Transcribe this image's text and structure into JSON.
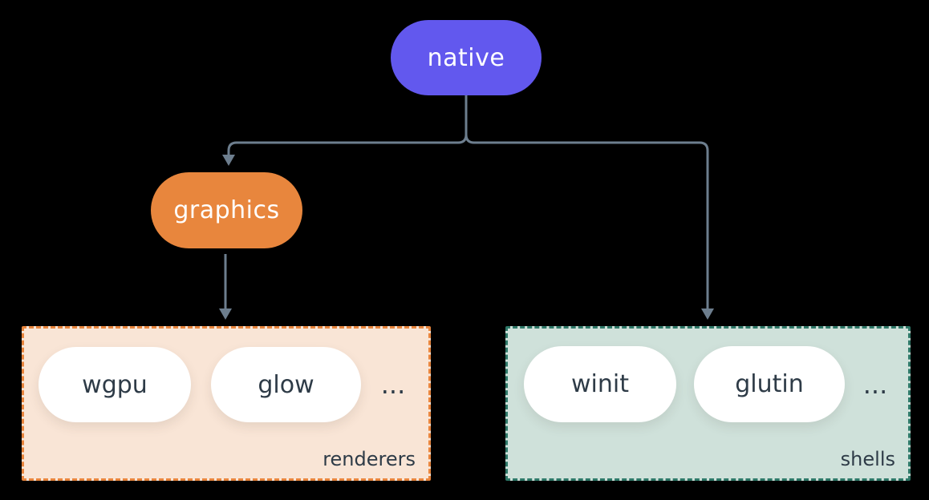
{
  "diagram": {
    "nodes": {
      "native": {
        "label": "native",
        "color": "#6258ee"
      },
      "graphics": {
        "label": "graphics",
        "color": "#e8863d"
      }
    },
    "groups": [
      {
        "label": "renderers",
        "fill": "#f9e5d6",
        "border_color": "#e8853d",
        "items": [
          "wgpu",
          "glow"
        ],
        "ellipsis": "..."
      },
      {
        "label": "shells",
        "fill": "#cfe1da",
        "border_color": "#2e7868",
        "items": [
          "winit",
          "glutin"
        ],
        "ellipsis": "..."
      }
    ],
    "colors": {
      "background": "#000000",
      "edge": "#6d7e8e",
      "node_text": "#ffffff",
      "item_text": "#2e3b47"
    }
  }
}
